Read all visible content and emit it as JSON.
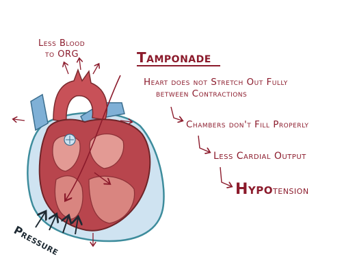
{
  "diagram": {
    "title": "Tamponade",
    "blood_note": {
      "line1": "Less Blood",
      "line2": "to ORG"
    },
    "pressure_label": "Pressure",
    "steps": [
      {
        "line1": "Heart does not Stretch Out Fully",
        "line2": "between Contractions"
      },
      {
        "line1": "Chambers don't Fill Properly"
      },
      {
        "line1": "Less Cardial Output"
      },
      {
        "emph": "Hypo",
        "rest": "tension"
      }
    ]
  },
  "colors": {
    "ink_red": "#8b1a2b",
    "ink_dark": "#3a1a1a",
    "heart_red": "#b8454d",
    "heart_dark": "#8e3238",
    "heart_light": "#e39a94",
    "vessel_blue": "#7fb0d6",
    "fluid_blue": "#cfe3f1",
    "outline_blue": "#3d8c9c"
  }
}
